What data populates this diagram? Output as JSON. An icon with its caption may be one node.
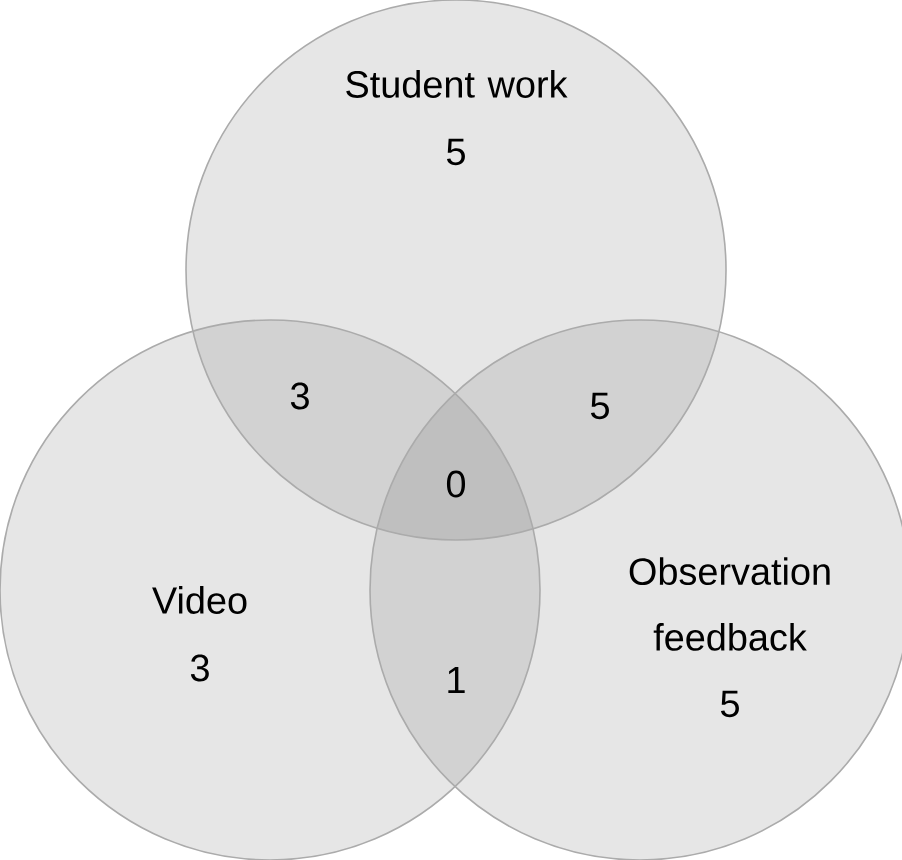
{
  "diagram": {
    "nodes": [
      {
        "text": [
          "Student work",
          "5"
        ]
      },
      {
        "text": [
          "Video",
          "3"
        ]
      },
      {
        "text": [
          "Observation feedback",
          "5"
        ]
      }
    ],
    "labels": [
      "3",
      "5",
      "0",
      "1"
    ]
  }
}
